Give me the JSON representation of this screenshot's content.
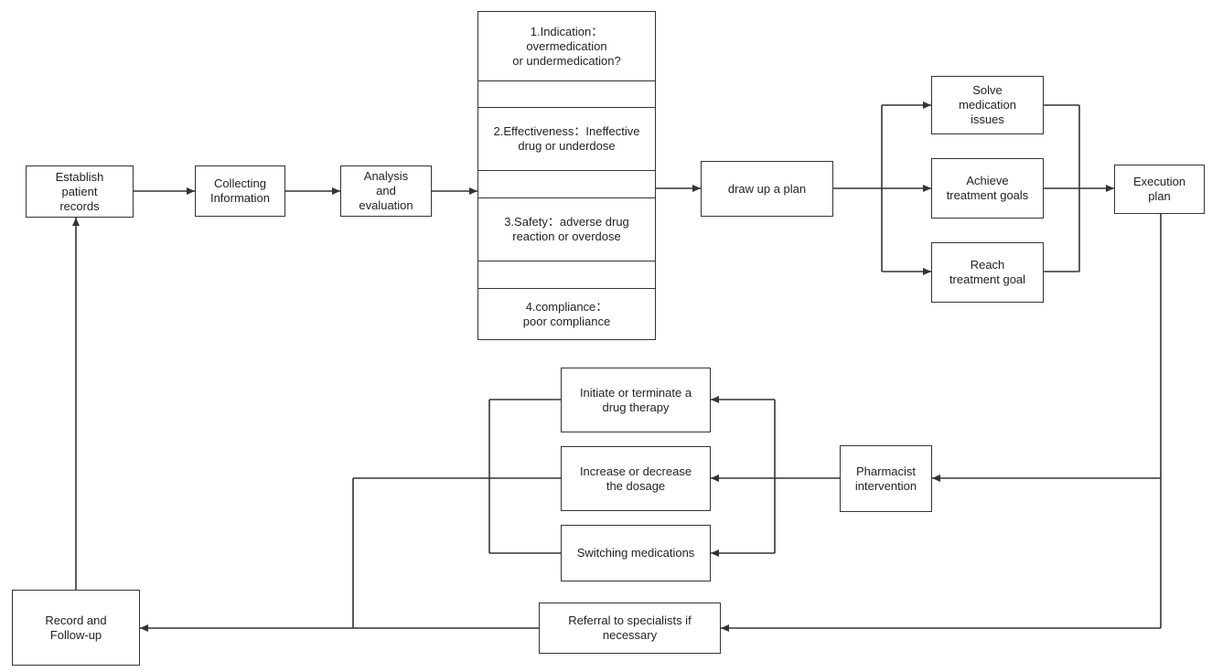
{
  "nodes": {
    "establish": "Establish\npatient\nrecords",
    "collecting": "Collecting\nInformation",
    "analysis": "Analysis\nand\nevaluation",
    "indication": "1.Indication：\novermedication\nor undermedication?",
    "effectiveness": "2.Effectiveness：Ineffective\ndrug or underdose",
    "safety": "3.Safety：adverse drug\nreaction or overdose",
    "compliance": "4.compliance：\npoor compliance",
    "plan": "draw up a plan",
    "solve": "Solve\nmedication\nissues",
    "achieve": "Achieve\ntreatment goals",
    "reach": "Reach\ntreatment goal",
    "execution": "Execution\nplan",
    "initiate": "Initiate or terminate a\ndrug therapy",
    "dosage": "Increase or decrease\nthe dosage",
    "switching": "Switching medications",
    "pharmacist": "Pharmacist\nintervention",
    "referral": "Referral to specialists if\nnecessary",
    "record": "Record and\nFollow-up"
  },
  "colors": {
    "line": "#333333",
    "background": "#ffffff",
    "text": "#222222"
  }
}
